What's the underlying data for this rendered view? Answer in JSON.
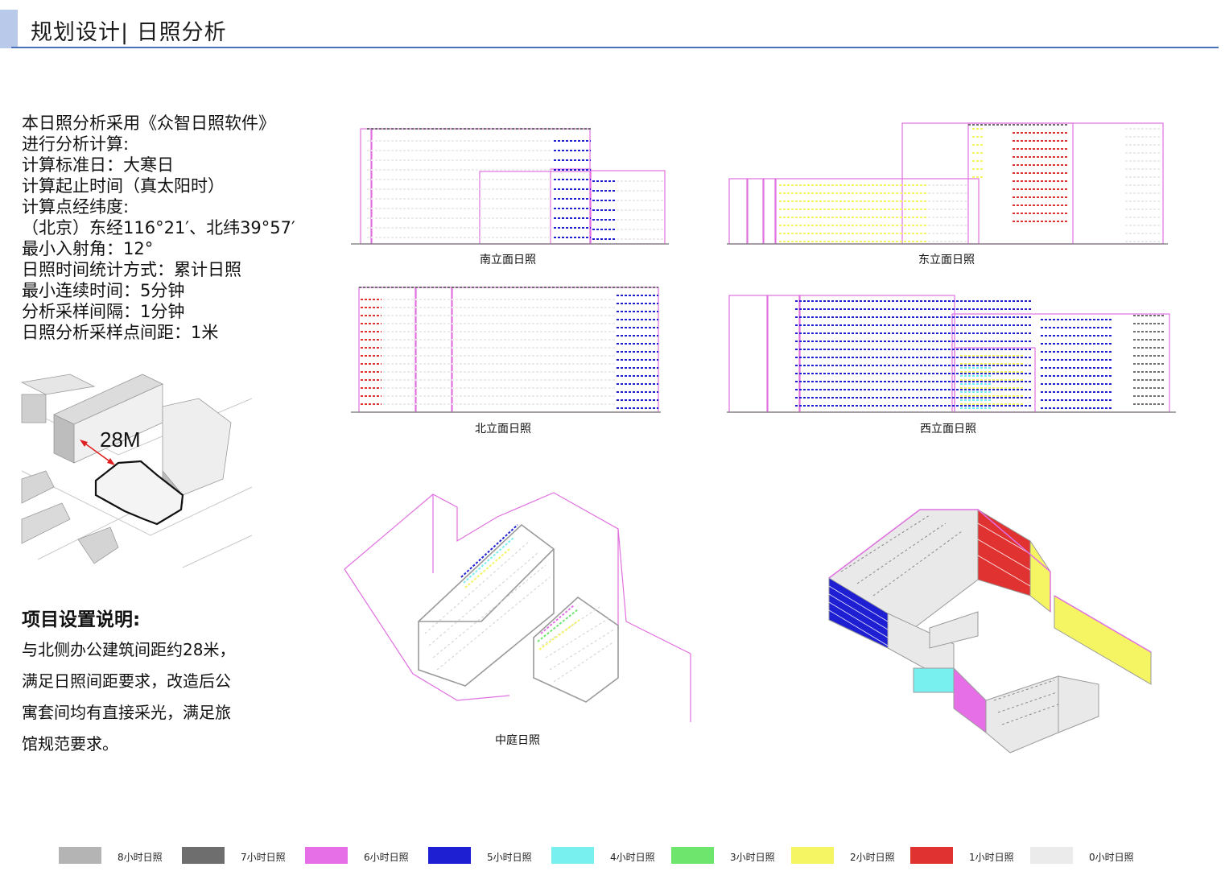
{
  "header": {
    "title": "规划设计| 日照分析"
  },
  "intro_lines": [
    "本日照分析采用《众智日照软件》",
    "进行分析计算:",
    "计算标准日：大寒日",
    "计算起止时间（真太阳时）",
    "计算点经纬度:",
    "（北京）东经116°21′、北纬39°57′",
    "最小入射角：12°",
    "日照时间统计方式：累计日照",
    "最小连续时间：5分钟",
    "分析采样间隔：1分钟",
    "日照分析采样点间距：1米"
  ],
  "site_diagram": {
    "distance_label": "28M"
  },
  "project_notes": {
    "heading": "项目设置说明:",
    "lines": [
      "与北侧办公建筑间距约28米，",
      "满足日照间距要求，改造后公",
      "寓套间均有直接采光，满足旅",
      "馆规范要求。"
    ]
  },
  "elevations": {
    "south": {
      "caption": "南立面日照"
    },
    "east": {
      "caption": "东立面日照"
    },
    "north": {
      "caption": "北立面日照"
    },
    "west": {
      "caption": "西立面日照"
    },
    "courtyard": {
      "caption": "中庭日照"
    }
  },
  "legend": [
    {
      "label": "8小时日照",
      "color": "#b4b4b4"
    },
    {
      "label": "7小时日照",
      "color": "#6e6e6e"
    },
    {
      "label": "6小时日照",
      "color": "#e66ee6"
    },
    {
      "label": "5小时日照",
      "color": "#1e1ed2"
    },
    {
      "label": "4小时日照",
      "color": "#78f0f0"
    },
    {
      "label": "3小时日照",
      "color": "#6ee66e"
    },
    {
      "label": "2小时日照",
      "color": "#f5f564"
    },
    {
      "label": "1小时日照",
      "color": "#e13232"
    },
    {
      "label": "0小时日照",
      "color": "#ebebeb"
    }
  ]
}
